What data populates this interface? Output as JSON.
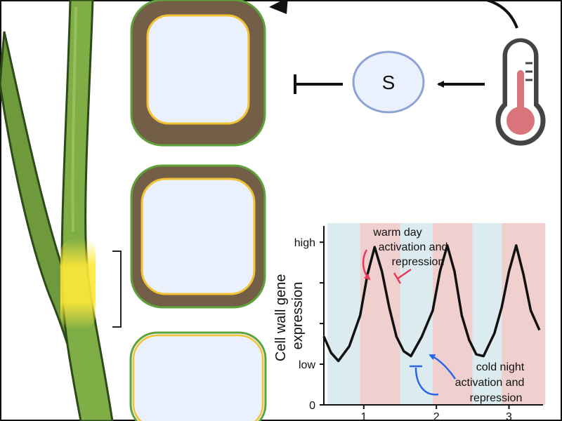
{
  "signal_label": "S",
  "chart_data": {
    "type": "line",
    "ylabel": "Cell wall gene\nexpression",
    "y_tick_labels": [
      "high",
      "low",
      "0"
    ],
    "x_tick_labels": [
      "1",
      "2",
      "3"
    ],
    "annotations": {
      "warm_day": [
        "warm day",
        "activation and",
        "repression"
      ],
      "cold_night": [
        "cold night",
        "activation and",
        "repression"
      ]
    },
    "period_bands": [
      {
        "from": 0.5,
        "to": 0.95,
        "kind": "cold"
      },
      {
        "from": 0.95,
        "to": 1.5,
        "kind": "warm"
      },
      {
        "from": 1.5,
        "to": 1.95,
        "kind": "cold"
      },
      {
        "from": 1.95,
        "to": 2.5,
        "kind": "warm"
      },
      {
        "from": 2.5,
        "to": 2.9,
        "kind": "cold"
      },
      {
        "from": 2.9,
        "to": 3.5,
        "kind": "warm"
      }
    ],
    "series": [
      {
        "x": [
          0.45,
          0.55,
          0.65,
          0.8,
          0.95,
          1.05,
          1.15,
          1.25,
          1.35,
          1.45,
          1.55,
          1.65,
          1.8,
          1.95,
          2.05,
          2.15,
          2.25,
          2.35,
          2.45,
          2.55,
          2.65,
          2.8,
          2.9,
          3.0,
          3.1,
          3.2,
          3.3,
          3.42
        ],
        "values": [
          0.42,
          0.32,
          0.27,
          0.36,
          0.55,
          0.8,
          0.97,
          0.82,
          0.6,
          0.42,
          0.33,
          0.3,
          0.42,
          0.58,
          0.82,
          0.98,
          0.82,
          0.55,
          0.4,
          0.31,
          0.3,
          0.44,
          0.6,
          0.82,
          0.98,
          0.8,
          0.58,
          0.46
        ]
      }
    ],
    "xlim": [
      0.45,
      3.45
    ],
    "ylim": [
      0,
      1.1
    ]
  },
  "colors": {
    "stem_green": "#6f9a3c",
    "wall_brown": "#735e48",
    "cell_fill": "#eaf1fc",
    "membrane_yellow": "#f2c233",
    "outline_green": "#5ea33a",
    "warm_band": "#f0cfcf",
    "cold_band": "#dcebf0",
    "warm_arrow": "#e83a5e",
    "cold_arrow": "#2a66e8",
    "glow_yellow": "#ffe83a"
  }
}
